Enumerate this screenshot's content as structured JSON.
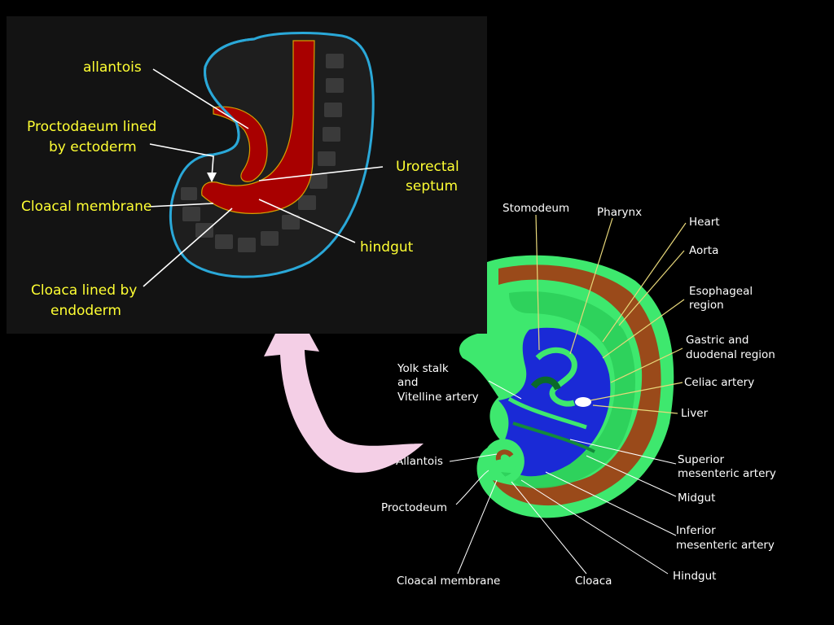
{
  "inset_labels": {
    "allantois": "allantois",
    "proctodaeum_1": "Proctodaeum lined",
    "proctodaeum_2": "by ectoderm",
    "urorectal_1": "Urorectal",
    "urorectal_2": "septum",
    "cloacal_membrane": "Cloacal membrane",
    "hindgut": "hindgut",
    "cloaca_1": "Cloaca lined by",
    "cloaca_2": "endoderm"
  },
  "embryo_labels": {
    "stomodeum": "Stomodeum",
    "pharynx": "Pharynx",
    "heart": "Heart",
    "aorta": "Aorta",
    "esophageal_1": "Esophageal",
    "esophageal_2": "region",
    "gastric_1": "Gastric and",
    "gastric_2": "duodenal region",
    "celiac": "Celiac artery",
    "liver": "Liver",
    "yolk_1": "Yolk stalk",
    "yolk_2": "and",
    "yolk_3": "Vitelline artery",
    "sup_mes_1": "Superior",
    "sup_mes_2": "mesenteric artery",
    "midgut": "Midgut",
    "allantois": "Allantois",
    "inf_mes_1": "Inferior",
    "inf_mes_2": "mesenteric artery",
    "proctodeum": "Proctodeum",
    "hindgut": "Hindgut",
    "cloacal_membrane": "Cloacal membrane",
    "cloaca": "Cloaca"
  },
  "colors": {
    "background": "#000000",
    "inset_panel": "#131313",
    "inset_label": "#ffff33",
    "embryo_label": "#ffffff",
    "endoderm_red": "#a80000",
    "ectoderm_blue": "#2aa8d8",
    "somite_gray": "#3a3a3a",
    "arrow_pink": "#f4cfe6",
    "embryo_green": "#3ee86e",
    "embryo_brown": "#9a4a1a",
    "embryo_blue": "#1a2ad6"
  }
}
